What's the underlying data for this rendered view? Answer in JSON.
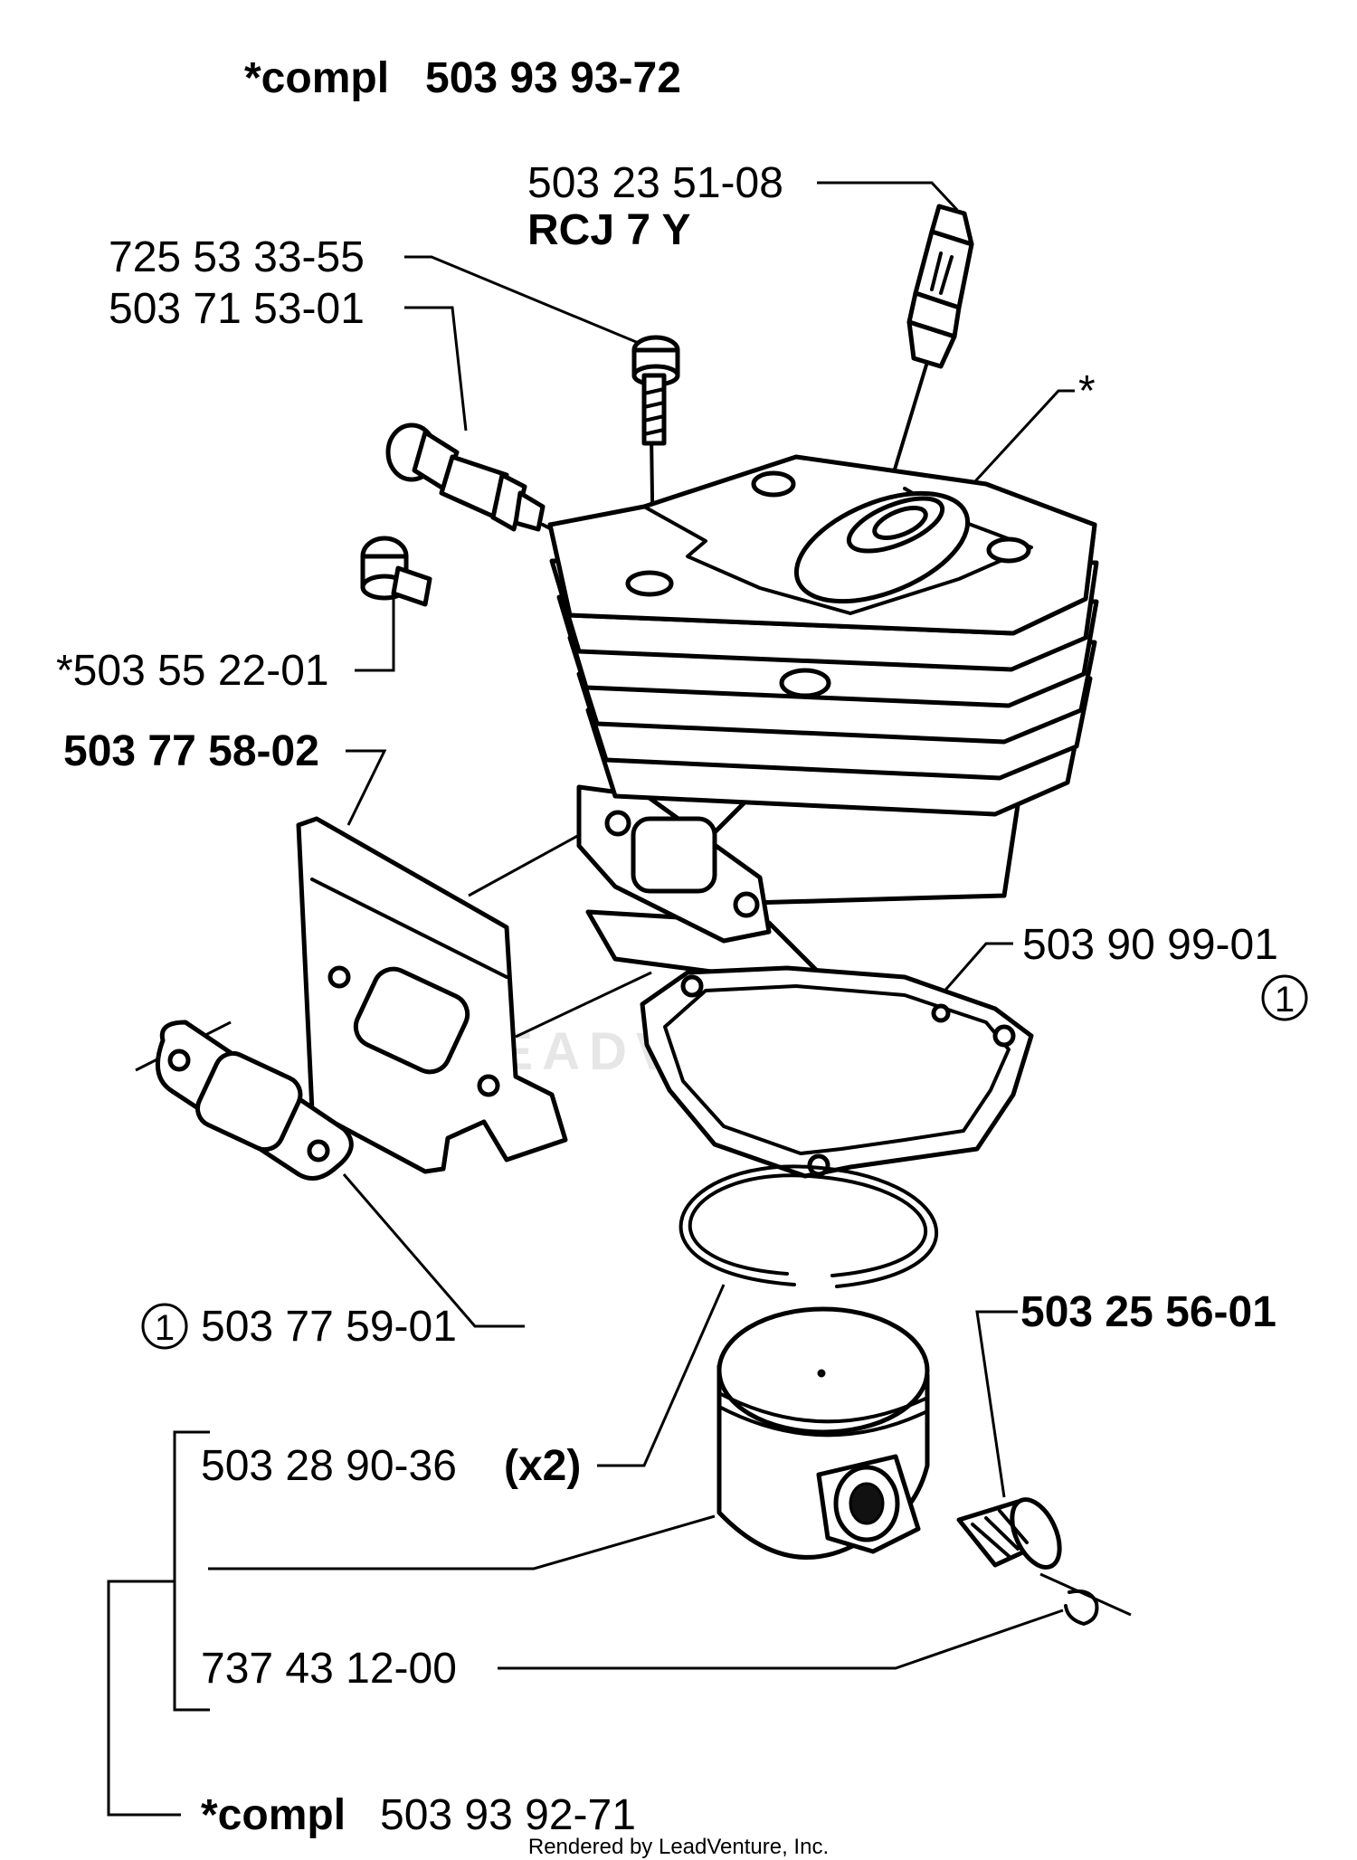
{
  "title": {
    "prefix": "*compl",
    "number": "503 93 93-72"
  },
  "labels": {
    "spark_plug_number": "503 23 51-08",
    "spark_plug_type": "RCJ 7 Y",
    "screw": "725 53 33-55",
    "decompression_valve": "503 71 53-01",
    "plug": "*503 55 22-01",
    "heat_shield": "503 77 58-02",
    "cylinder_marker": "*",
    "cylinder_gasket": "503 90 99-01",
    "cylinder_gasket_ref": "1",
    "muffler_gasket": "503 77 59-01",
    "muffler_gasket_ref": "1",
    "needle_bearing": "503 25 56-01",
    "piston_ring": "503 28 90-36",
    "piston_ring_qty": "(x2)",
    "circlip": "737 43 12-00",
    "piston_kit_prefix": "*compl",
    "piston_kit_number": "503 93 92-71"
  },
  "watermark": "LEADVENTURE",
  "footer": "Rendered by LeadVenture, Inc."
}
